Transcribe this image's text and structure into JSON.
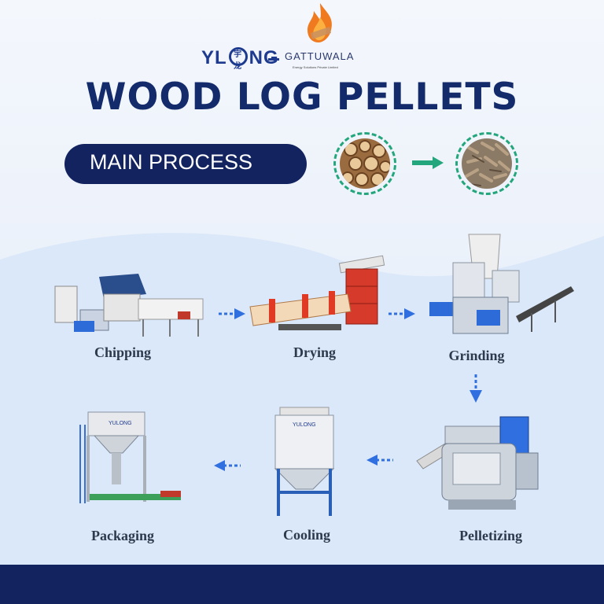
{
  "logos": {
    "yulong": {
      "left": "YL",
      "gear_glyph": "宇龙",
      "right": "NG"
    },
    "gattuwala": "GATTUWALA",
    "gattuwala_sub": "Energy Solutions Private Limited",
    "flame_icon": "flame-logo-icon"
  },
  "title": "WOOD LOG PELLETS",
  "main_process_label": "MAIN PROCESS",
  "colors": {
    "navy": "#13235f",
    "title_blue": "#132a6b",
    "accent_green": "#23a67b",
    "arrow_blue": "#2f6fe0",
    "light_blue_bg": "#dbe8f9"
  },
  "raw_materials": {
    "input_icon": "wood-logs-image",
    "output_icon": "wood-pellets-image",
    "arrow_icon": "green-right-arrow-icon"
  },
  "stages": [
    {
      "label": "Chipping",
      "icon": "wood-chipper-machine"
    },
    {
      "label": "Drying",
      "icon": "rotary-dryer-machine"
    },
    {
      "label": "Grinding",
      "icon": "hammer-mill-machine"
    },
    {
      "label": "Pelletizing",
      "icon": "pellet-mill-machine"
    },
    {
      "label": "Cooling",
      "icon": "counterflow-cooler-machine"
    },
    {
      "label": "Packaging",
      "icon": "bagging-machine"
    }
  ],
  "machine_brand": "YULONG"
}
